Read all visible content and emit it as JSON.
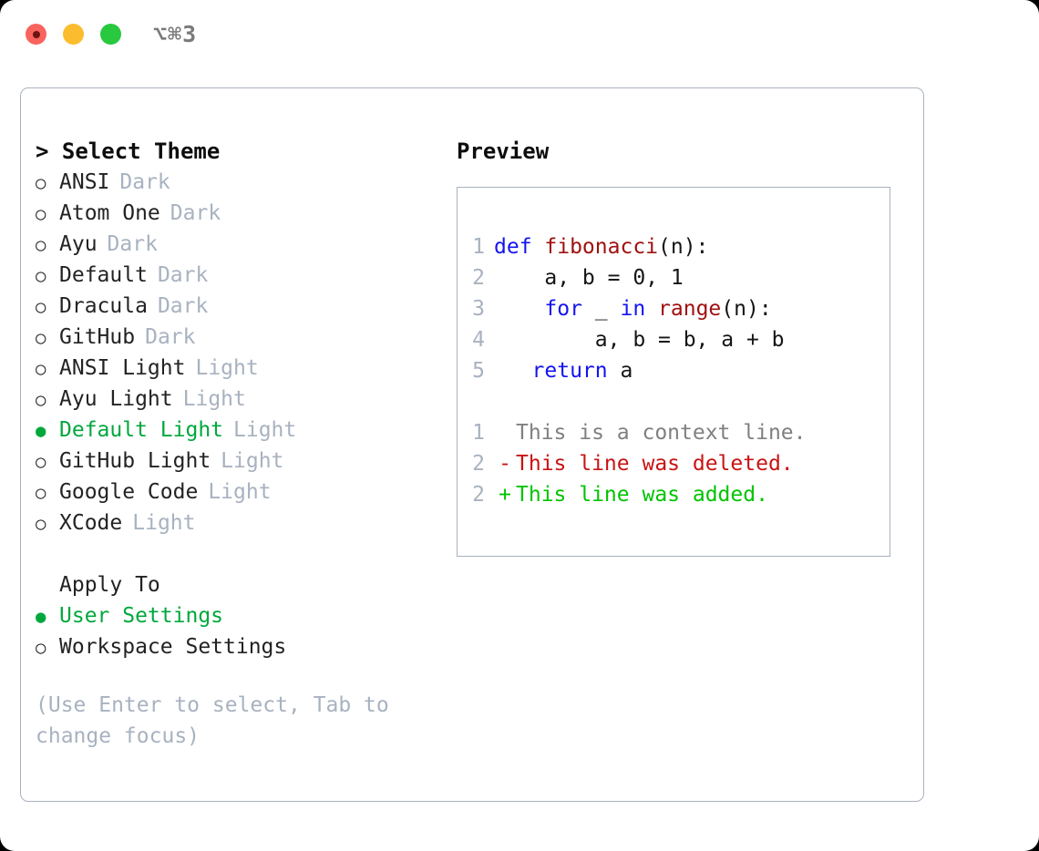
{
  "window": {
    "shortcut": "⌥⌘3",
    "lights": [
      "close",
      "minimize",
      "maximize"
    ]
  },
  "theme_list": {
    "header": "> Select Theme",
    "items": [
      {
        "marker": "○",
        "label": "ANSI",
        "badge": "Dark",
        "selected": false
      },
      {
        "marker": "○",
        "label": "Atom One",
        "badge": "Dark",
        "selected": false
      },
      {
        "marker": "○",
        "label": "Ayu",
        "badge": "Dark",
        "selected": false
      },
      {
        "marker": "○",
        "label": "Default",
        "badge": "Dark",
        "selected": false
      },
      {
        "marker": "○",
        "label": "Dracula",
        "badge": "Dark",
        "selected": false
      },
      {
        "marker": "○",
        "label": "GitHub",
        "badge": "Dark",
        "selected": false
      },
      {
        "marker": "○",
        "label": "ANSI Light",
        "badge": "Light",
        "selected": false
      },
      {
        "marker": "○",
        "label": "Ayu Light",
        "badge": "Light",
        "selected": false
      },
      {
        "marker": "●",
        "label": "Default Light",
        "badge": "Light",
        "selected": true
      },
      {
        "marker": "○",
        "label": "GitHub Light",
        "badge": "Light",
        "selected": false
      },
      {
        "marker": "○",
        "label": "Google Code",
        "badge": "Light",
        "selected": false
      },
      {
        "marker": "○",
        "label": "XCode",
        "badge": "Light",
        "selected": false
      }
    ]
  },
  "apply_to": {
    "header": "Apply To",
    "items": [
      {
        "marker": "●",
        "label": "User Settings",
        "selected": true
      },
      {
        "marker": "○",
        "label": "Workspace Settings",
        "selected": false
      }
    ]
  },
  "hint": "(Use Enter to select, Tab to change focus)",
  "preview": {
    "title": "Preview",
    "code": [
      {
        "no": "1",
        "tokens": [
          {
            "t": "def ",
            "c": "kw"
          },
          {
            "t": "fibonacci",
            "c": "fn"
          },
          {
            "t": "(n):",
            "c": "pl"
          }
        ]
      },
      {
        "no": "2",
        "tokens": [
          {
            "t": "    a, b = 0, 1",
            "c": "pl"
          }
        ]
      },
      {
        "no": "3",
        "tokens": [
          {
            "t": "    ",
            "c": "pl"
          },
          {
            "t": "for",
            "c": "kw"
          },
          {
            "t": " _ ",
            "c": "pl"
          },
          {
            "t": "in",
            "c": "kw"
          },
          {
            "t": " ",
            "c": "pl"
          },
          {
            "t": "range",
            "c": "fn"
          },
          {
            "t": "(n):",
            "c": "pl"
          }
        ]
      },
      {
        "no": "4",
        "tokens": [
          {
            "t": "        a, b = b, a + b",
            "c": "pl"
          }
        ]
      },
      {
        "no": "5",
        "tokens": [
          {
            "t": "   ",
            "c": "pl"
          },
          {
            "t": "return",
            "c": "kw"
          },
          {
            "t": " a",
            "c": "pl"
          }
        ]
      }
    ],
    "diff": [
      {
        "no": "1",
        "sign": " ",
        "text": "This is a context line.",
        "kind": "ctx"
      },
      {
        "no": "2",
        "sign": "-",
        "text": "This line was deleted.",
        "kind": "del"
      },
      {
        "no": "2",
        "sign": "+",
        "text": "This line was added.",
        "kind": "add"
      }
    ]
  },
  "colors": {
    "accent_green": "#00a83c",
    "diff_add": "#00c400",
    "diff_del": "#c81414",
    "keyword_blue": "#1414f0",
    "function_red": "#a01010",
    "muted": "#a8b2c0",
    "border": "#a9b2c0"
  }
}
